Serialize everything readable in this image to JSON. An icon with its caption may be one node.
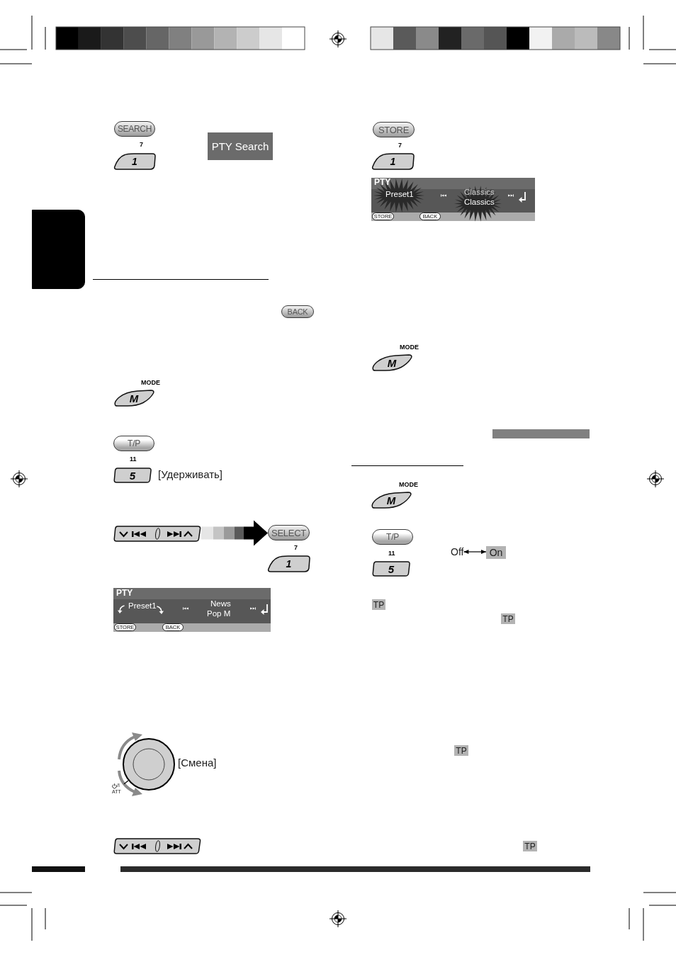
{
  "diagram": {
    "nodes": [
      {
        "text": [
          "SEARCH"
        ]
      },
      {
        "text": [
          "1"
        ],
        "beside": [
          "7"
        ]
      },
      {
        "text": [
          "PTY Search"
        ]
      },
      {
        "text": [
          "BACK"
        ]
      },
      {
        "text": [
          "M"
        ],
        "beside": [
          "MODE"
        ]
      },
      {
        "text": [
          "T/P"
        ]
      },
      {
        "text": [
          "5"
        ],
        "beside": [
          "11",
          "[Удерживать]"
        ]
      },
      {
        "text": [],
        "shape": "button"
      },
      {
        "text": [
          "SELECT"
        ]
      },
      {
        "text": [
          "1"
        ],
        "beside": [
          "7"
        ]
      },
      {
        "text": [
          "PTY",
          "Preset1",
          "News",
          "Pop M"
        ]
      },
      {
        "text": [
          "STORE"
        ],
        "in": 10
      },
      {
        "text": [
          "BACK"
        ],
        "in": 10
      },
      {
        "text": [],
        "shape": "circle",
        "beside": [
          "[Смена]"
        ]
      },
      {
        "text": [
          "/I ATT"
        ]
      },
      {
        "text": [],
        "shape": "button"
      },
      {
        "text": [
          "STORE"
        ]
      },
      {
        "text": [
          "1"
        ],
        "beside": [
          "7"
        ]
      },
      {
        "text": [
          "PTY",
          "Preset1",
          "Classics",
          "Classics"
        ]
      },
      {
        "text": [
          "STORE"
        ],
        "in": 18
      },
      {
        "text": [
          "BACK"
        ],
        "in": 18
      },
      {
        "text": [
          "M"
        ],
        "beside": [
          "MODE"
        ]
      },
      {
        "text": [
          "M"
        ],
        "beside": [
          "MODE"
        ]
      },
      {
        "text": [
          "T/P"
        ]
      },
      {
        "text": [
          "5"
        ],
        "beside": [
          "11"
        ]
      },
      {
        "text": [
          "Off"
        ]
      },
      {
        "text": [
          "On"
        ]
      },
      {
        "text": [
          "TP"
        ]
      },
      {
        "text": [
          "TP"
        ]
      },
      {
        "text": [
          "TP"
        ]
      },
      {
        "text": [
          "TP"
        ]
      },
      {
        "text": [],
        "shape": "box"
      }
    ],
    "edges": [
      {
        "from": 7,
        "to": 8,
        "arrow": "to",
        "style": "thick"
      },
      {
        "from": 14,
        "to": 13,
        "arrow": "none"
      },
      {
        "from": 25,
        "to": 26,
        "arrow": "both"
      }
    ]
  }
}
